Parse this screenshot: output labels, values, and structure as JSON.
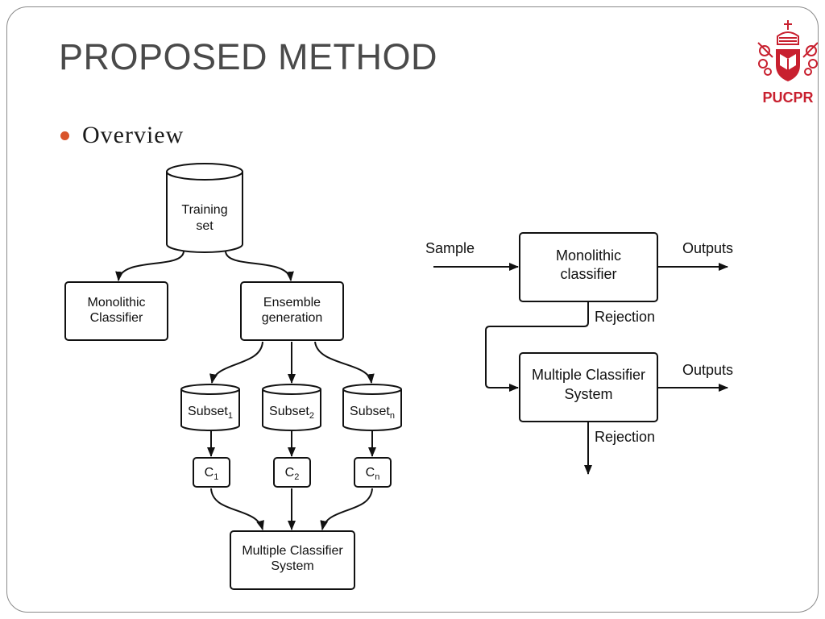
{
  "slide": {
    "title": "PROPOSED METHOD",
    "logo_text": "PUCPR",
    "bullet": "Overview"
  },
  "colors": {
    "accent": "#d9542b",
    "logo": "#c8202f",
    "title": "#4a4a4a"
  },
  "diagram_left": {
    "training_set": [
      "Training",
      "set"
    ],
    "monolithic": [
      "Monolithic",
      "Classifier"
    ],
    "ensemble": [
      "Ensemble",
      "generation"
    ],
    "subsets": [
      {
        "base": "Subset",
        "sub": "1"
      },
      {
        "base": "Subset",
        "sub": "2"
      },
      {
        "base": "Subset",
        "sub": "n"
      }
    ],
    "classifiers": [
      {
        "base": "C",
        "sub": "1"
      },
      {
        "base": "C",
        "sub": "2"
      },
      {
        "base": "C",
        "sub": "n"
      }
    ],
    "mcs": [
      "Multiple Classifier",
      "System"
    ]
  },
  "diagram_right": {
    "sample": "Sample",
    "monolithic": [
      "Monolithic",
      "classifier"
    ],
    "outputs_1": "Outputs",
    "rejection_1": "Rejection",
    "mcs": [
      "Multiple Classifier",
      "System"
    ],
    "outputs_2": "Outputs",
    "rejection_2": "Rejection"
  }
}
